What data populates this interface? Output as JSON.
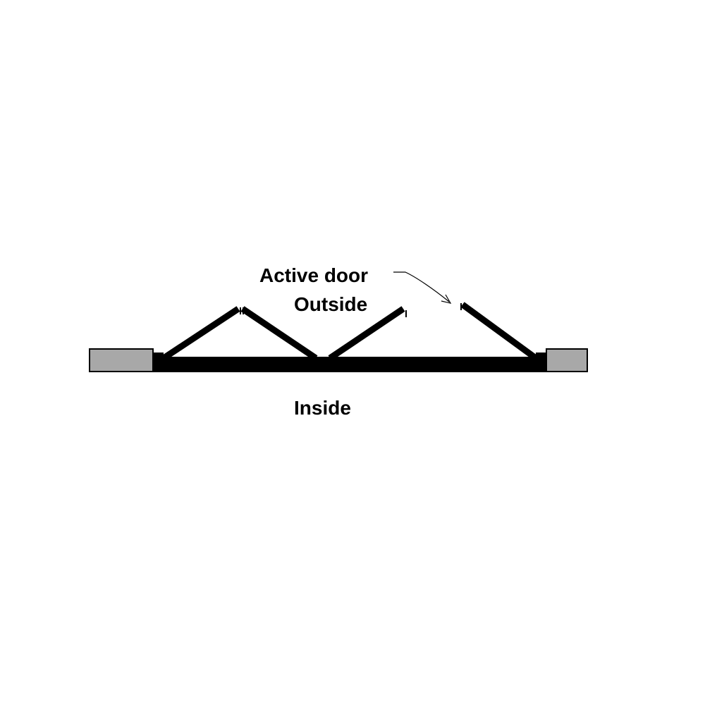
{
  "labels": {
    "active_door": "Active door",
    "outside": "Outside",
    "inside": "Inside"
  },
  "colors": {
    "background": "#ffffff",
    "ink": "#000000",
    "wall_fill": "#a8a8a8",
    "wall_stroke": "#000000"
  }
}
